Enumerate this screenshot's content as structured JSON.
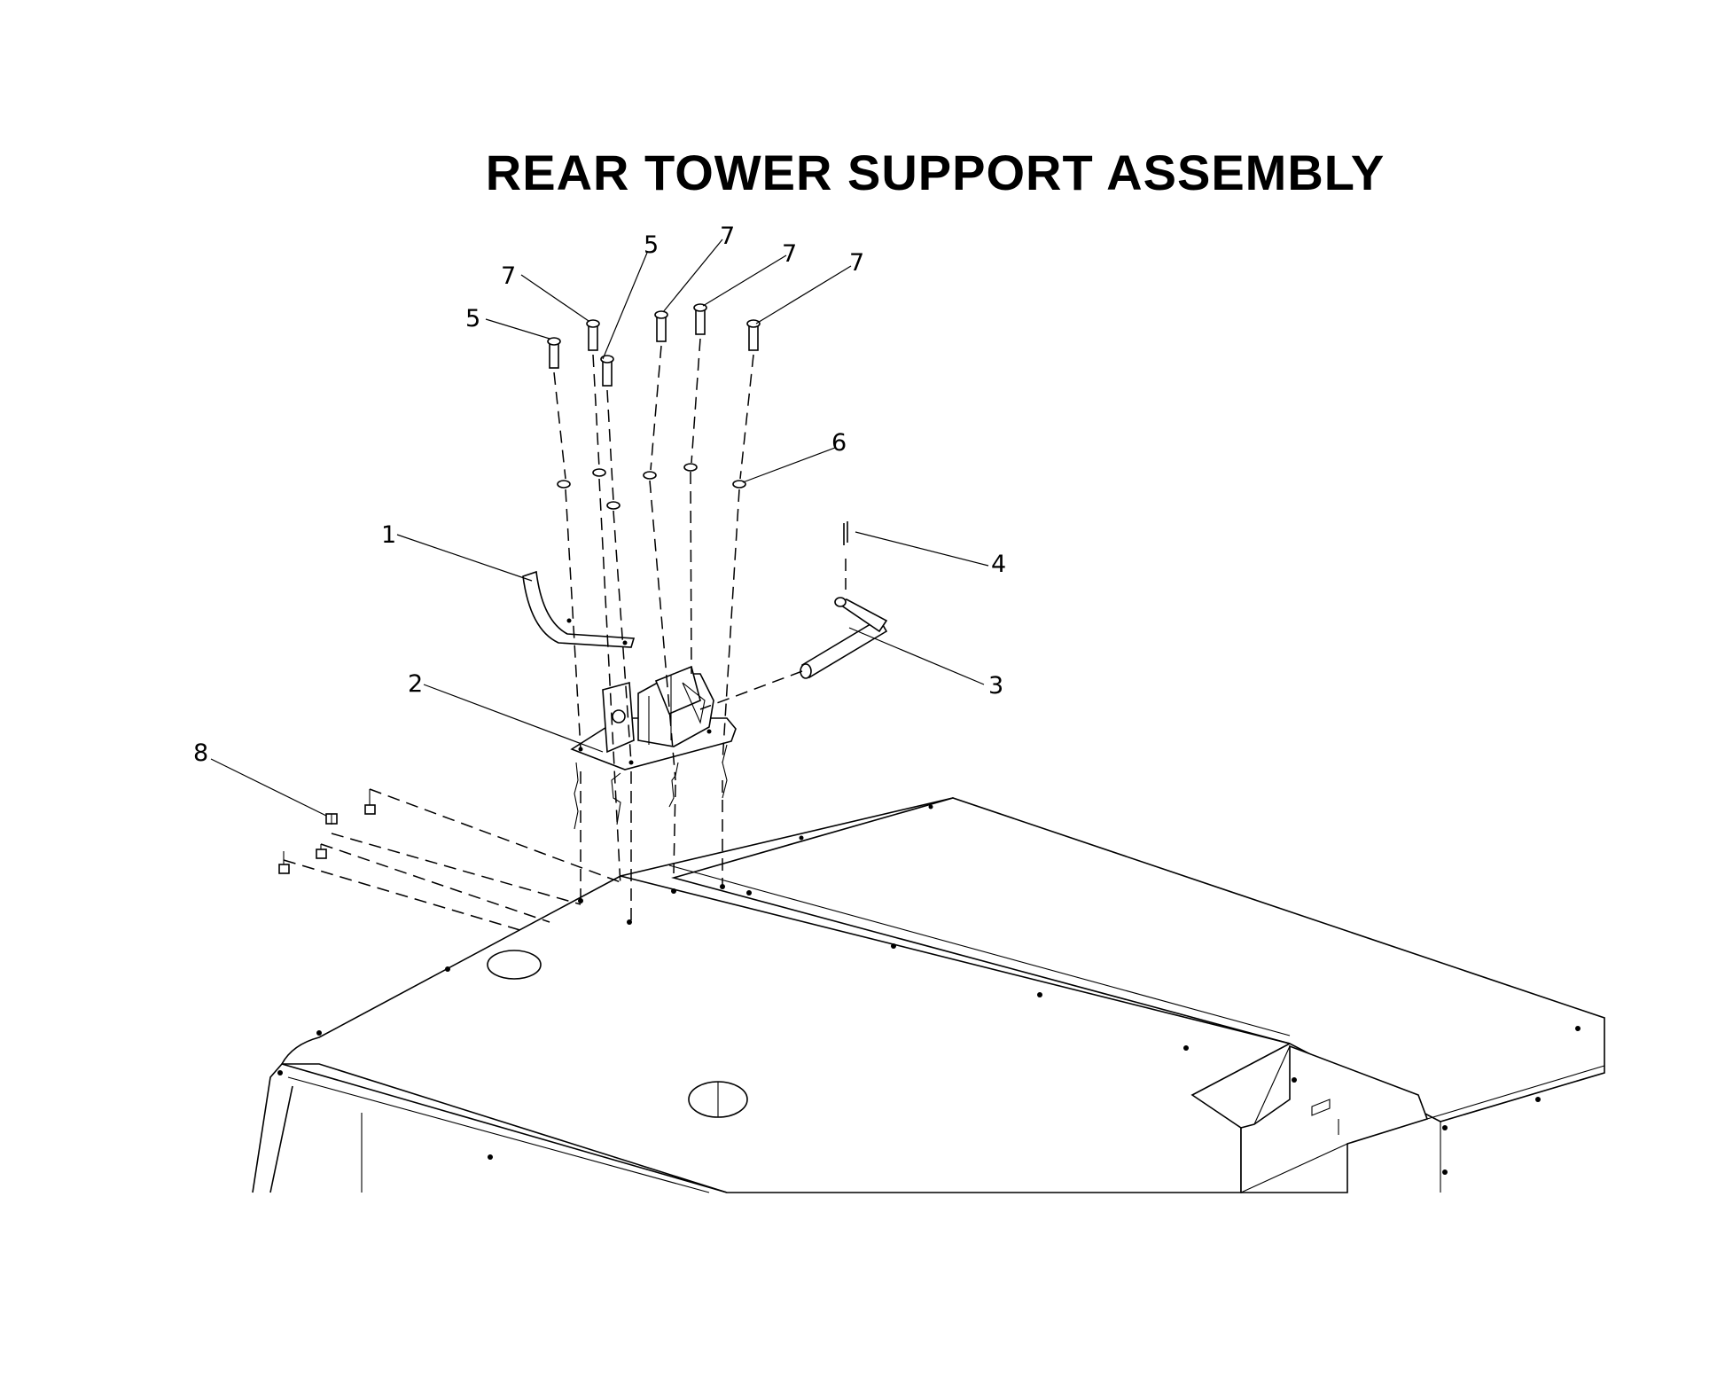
{
  "title": "REAR TOWER SUPPORT ASSEMBLY",
  "callouts": [
    "1",
    "2",
    "3",
    "4",
    "5",
    "6",
    "7",
    "8"
  ]
}
